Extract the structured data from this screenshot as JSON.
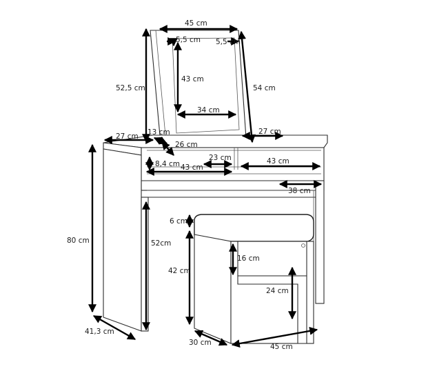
{
  "dimensions": {
    "mirror_width": "45 cm",
    "mirror_side_left": "5,5 cm",
    "mirror_side_right": "5,5 cm",
    "mirror_inner_height": "43 cm",
    "mirror_inner_width": "34 cm",
    "mirror_total_height": "54 cm",
    "mirror_raised_height": "52,5 cm",
    "table_left_top": "27 cm",
    "mirror_left_offset": "13 cm",
    "table_right_top": "27 cm",
    "mirror_depth": "26 cm",
    "compartment_depth": "23 cm",
    "compartment_height": "8,4 cm",
    "compartment_left_width": "43 cm",
    "compartment_right_width": "43 cm",
    "knee_depth": "38 cm",
    "table_height": "80 cm",
    "leg_height": "52cm",
    "table_depth": "41,3 cm",
    "stool_cushion": "6 cm",
    "stool_height": "42 cm",
    "stool_apron": "16 cm",
    "stool_leg_gap": "24 cm",
    "stool_depth": "30 cm",
    "stool_width": "45 cm"
  }
}
